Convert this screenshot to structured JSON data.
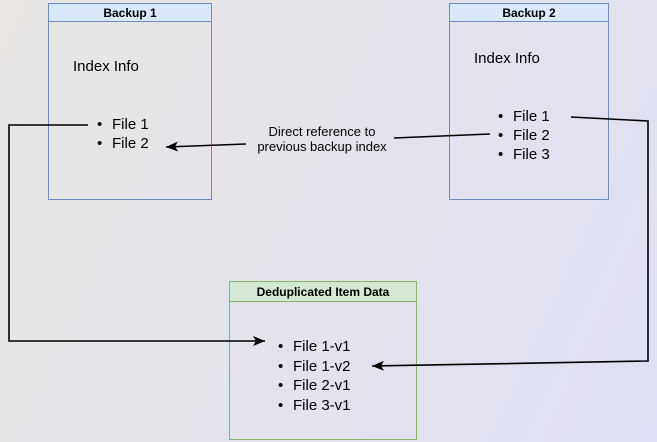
{
  "backup1": {
    "title": "Backup 1",
    "subtitle": "Index Info",
    "items": [
      "File 1",
      "File 2"
    ]
  },
  "backup2": {
    "title": "Backup 2",
    "subtitle": "Index Info",
    "items": [
      "File 1",
      "File 2",
      "File 3"
    ]
  },
  "dedup": {
    "title": "Deduplicated Item Data",
    "items": [
      "File 1-v1",
      "File 1-v2",
      "File 2-v1",
      "File 3-v1"
    ]
  },
  "edge_label": {
    "line1": "Direct reference to",
    "line2": "previous backup index"
  },
  "glyphs": {
    "bullet": "•"
  },
  "colors": {
    "backup_fill": "#dae8fc",
    "backup_border": "#6c8ebf",
    "dedup_fill": "#d5e8d4",
    "dedup_border": "#82b366",
    "arrow": "#000000",
    "text": "#000000"
  }
}
